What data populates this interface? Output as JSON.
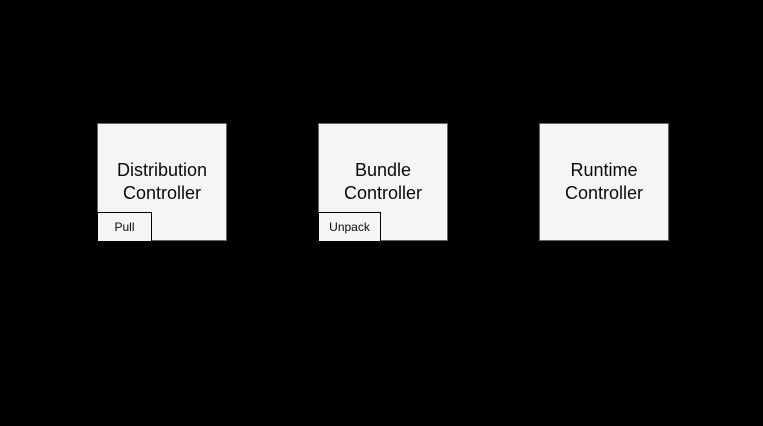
{
  "diagram": {
    "background_color": "#000000",
    "colors": {
      "node_fill": "#f5f5f5",
      "node_border": "#666666",
      "action_box_border": "#000000",
      "text": "#0a0a0a"
    },
    "nodes": [
      {
        "id": "distribution-controller",
        "label": "Distribution\nController",
        "action": {
          "label": "Pull"
        }
      },
      {
        "id": "bundle-controller",
        "label": "Bundle\nController",
        "action": {
          "label": "Unpack"
        }
      },
      {
        "id": "runtime-controller",
        "label": "Runtime\nController",
        "action": null
      }
    ]
  }
}
